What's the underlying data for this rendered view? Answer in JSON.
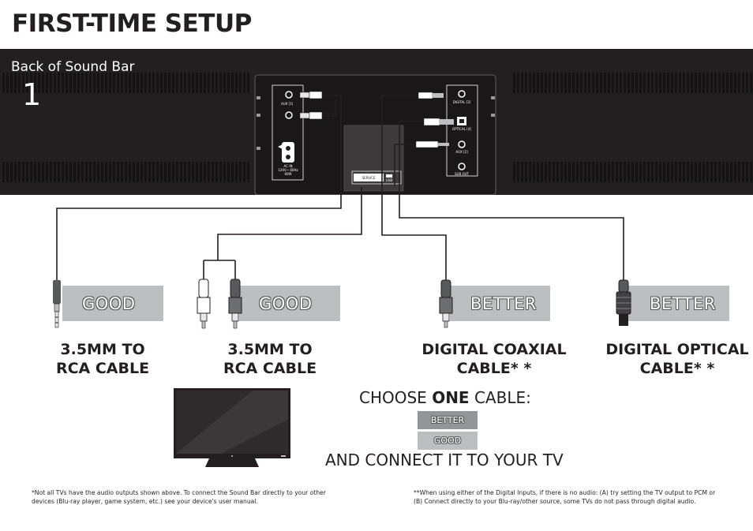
{
  "title": "FIRST-TIME SETUP",
  "step": {
    "label": "Back of Sound Bar",
    "number": "1"
  },
  "panel": {
    "left": {
      "aux1": "AUX [1]",
      "ac_in": "AC IN",
      "voltage": "120V~ 60Hz",
      "watts": "60W"
    },
    "center": {
      "service": "SERVICE",
      "usb": "USB"
    },
    "right": {
      "digital": "DIGITAL [3]",
      "optical": "OPTICAL [4]",
      "aux2": "AUX [2]",
      "sub_out": "SUB OUT"
    }
  },
  "options": [
    {
      "rating": "GOOD",
      "caption_line1": "3.5MM TO",
      "caption_line2": "RCA CABLE"
    },
    {
      "rating": "GOOD",
      "caption_line1": "3.5MM TO",
      "caption_line2": "RCA CABLE"
    },
    {
      "rating": "BETTER",
      "caption_line1": "DIGITAL COAXIAL",
      "caption_line2": "CABLE* *"
    },
    {
      "rating": "BETTER",
      "caption_line1": "DIGITAL OPTICAL",
      "caption_line2": "CABLE* *"
    }
  ],
  "choose": {
    "prefix": "CHOOSE",
    "emphasis": "ONE",
    "suffix": "CABLE:",
    "legend_better": "BETTER",
    "legend_good": "GOOD",
    "connect": "AND CONNECT IT TO YOUR TV"
  },
  "footnotes": {
    "left": "*Not all TVs have the audio outputs shown above. To connect the Sound Bar directly to your other devices (Blu-ray player, game system, etc.) see your device's user manual.",
    "right": "**When using either of the Digital Inputs, if there is no audio: (A) try setting the TV output to PCM or (B) Connect directly to your Blu-ray/other source, some TVs do not pass through digital audio."
  },
  "colors": {
    "bar": "#231f20",
    "banner": "#bcbec0",
    "text": "#231f20"
  }
}
